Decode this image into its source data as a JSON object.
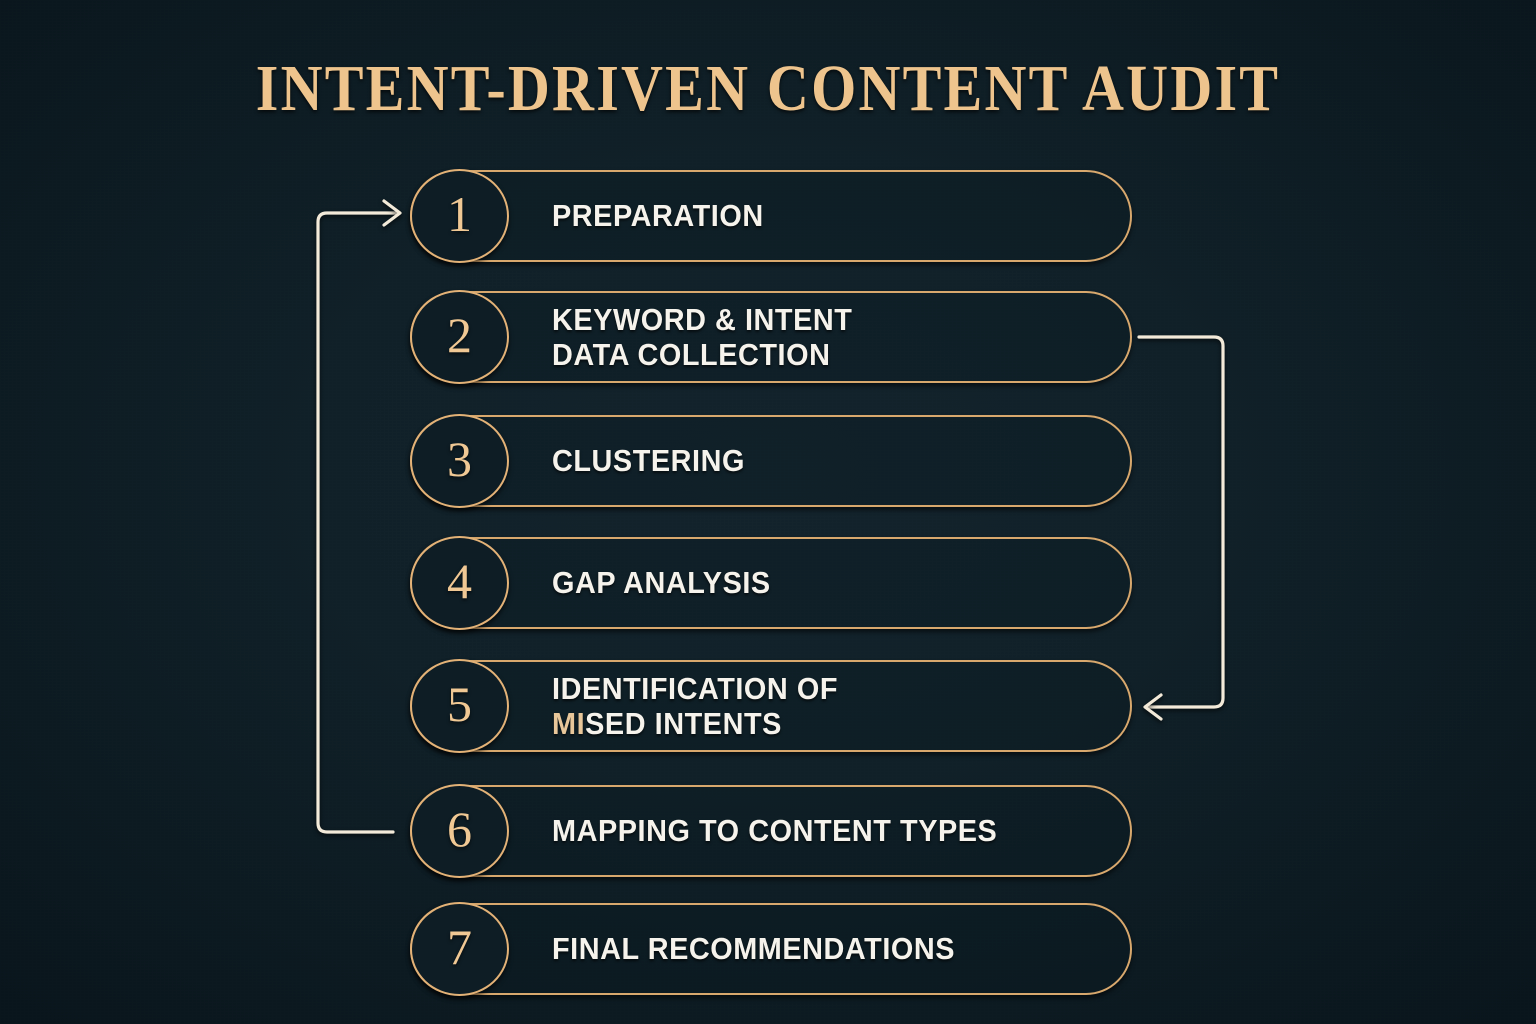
{
  "title": "INTENT-DRIVEN CONTENT AUDIT",
  "colors": {
    "background": "#0d1a22",
    "gold": "#d8a86d",
    "gold_light": "#eec48d",
    "text": "#f6f3ec",
    "connector": "#f3ead9"
  },
  "steps": [
    {
      "number": "1",
      "label": "PREPARATION",
      "line1": "PREPARATION",
      "line2": ""
    },
    {
      "number": "2",
      "label": "KEYWORD & INTENT DATA COLLECTION",
      "line1": "KEYWORD & INTENT",
      "line2": "DATA COLLECTION"
    },
    {
      "number": "3",
      "label": "CLUSTERING",
      "line1": "CLUSTERING",
      "line2": ""
    },
    {
      "number": "4",
      "label": "GAP ANALYSIS",
      "line1": "GAP ANALYSIS",
      "line2": ""
    },
    {
      "number": "5",
      "label": "IDENTIFICATION OF MISED INTENTS",
      "line1": "IDENTIFICATION OF",
      "line2_tinted": "MI",
      "line2_rest": "SED INTENTS"
    },
    {
      "number": "6",
      "label": "MAPPING TO CONTENT TYPES",
      "line1": "MAPPING TO CONTENT TYPES",
      "line2": ""
    },
    {
      "number": "7",
      "label": "FINAL RECOMMENDATIONS",
      "line1": "FINAL RECOMMENDATIONS",
      "line2": ""
    }
  ],
  "connectors": [
    {
      "name": "feedback-loop-left",
      "from_step": "6",
      "to_step": "1",
      "direction": "right"
    },
    {
      "name": "feedback-loop-right",
      "from_step": "2",
      "to_step": "5",
      "direction": "left"
    }
  ]
}
